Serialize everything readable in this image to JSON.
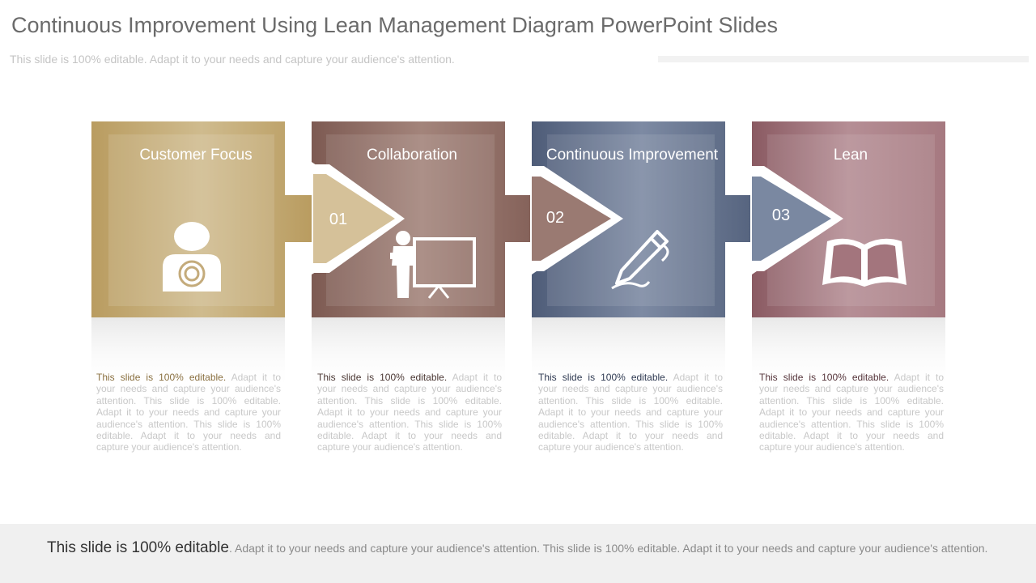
{
  "title": "Continuous Improvement Using Lean Management Diagram PowerPoint Slides",
  "subtitle": "This slide is 100% editable. Adapt it to your needs and capture your audience's attention.",
  "cards": [
    {
      "title": "Customer Focus",
      "icon": "person-target-icon",
      "color": "#b9a06a",
      "desc_lead": "This slide is 100% editable.",
      "desc_rest": " Adapt it to your needs and capture your audience's attention. This slide is 100% editable. Adapt it to your needs and capture your audience's attention. This slide is 100% editable. Adapt it to your needs and capture your audience's attention.",
      "lead_color": "#8a7040"
    },
    {
      "title": "Collaboration",
      "icon": "presenter-board-icon",
      "color": "#8f6b62",
      "desc_lead": "This slide is 100% editable.",
      "desc_rest": " Adapt it to your needs and capture your audience's attention. This slide is 100% editable. Adapt it to your needs and capture your audience's attention. This slide is 100% editable. Adapt it to your needs and capture your audience's attention.",
      "lead_color": "#4a3733"
    },
    {
      "title": "Continuous Improvement",
      "icon": "pen-icon",
      "color": "#5d6b86",
      "desc_lead": "This slide is 100% editable.",
      "desc_rest": " Adapt it to your needs and capture your audience's attention. This slide is 100% editable. Adapt it to your needs and capture your audience's attention. This slide is 100% editable. Adapt it to your needs and capture your audience's attention.",
      "lead_color": "#2f3a52"
    },
    {
      "title": "Lean",
      "icon": "open-book-icon",
      "color": "#9c6b73",
      "desc_lead": "This slide is 100% editable.",
      "desc_rest": " Adapt it to your needs and capture your audience's attention. This slide is 100% editable. Adapt it to your needs and capture your audience's attention. This slide is 100% editable. Adapt it to your needs and capture your audience's attention.",
      "lead_color": "#55343a"
    }
  ],
  "arrows": [
    "01",
    "02",
    "03"
  ],
  "footer": {
    "lead": "This slide is 100% editable",
    "rest": ". Adapt it to your needs and capture your audience's attention. This slide is 100% editable. Adapt it to your needs and capture your audience's attention."
  }
}
